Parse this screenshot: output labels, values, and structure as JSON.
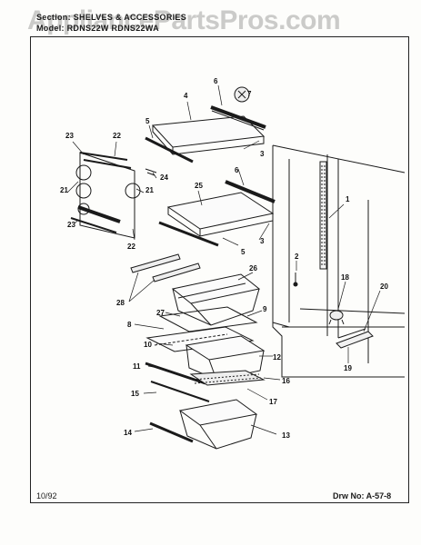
{
  "header": {
    "section_line": "Section:  SHELVES & ACCESSORIES",
    "model_line": "Model:  RDNS22W    RDNS22WA"
  },
  "watermark": "AppliancePartsPros.com",
  "footer": {
    "date": "10/92",
    "drawing_number": "Drw No:  A-57-8"
  },
  "callouts": [
    "1",
    "2",
    "3",
    "3",
    "4",
    "5",
    "5",
    "6",
    "6",
    "7",
    "8",
    "9",
    "10",
    "11",
    "12",
    "13",
    "14",
    "15",
    "16",
    "17",
    "18",
    "19",
    "20",
    "21",
    "21",
    "22",
    "22",
    "23",
    "23",
    "24",
    "25",
    "26",
    "27",
    "28"
  ],
  "icons": {
    "part7": "shelf-clip-icon"
  }
}
